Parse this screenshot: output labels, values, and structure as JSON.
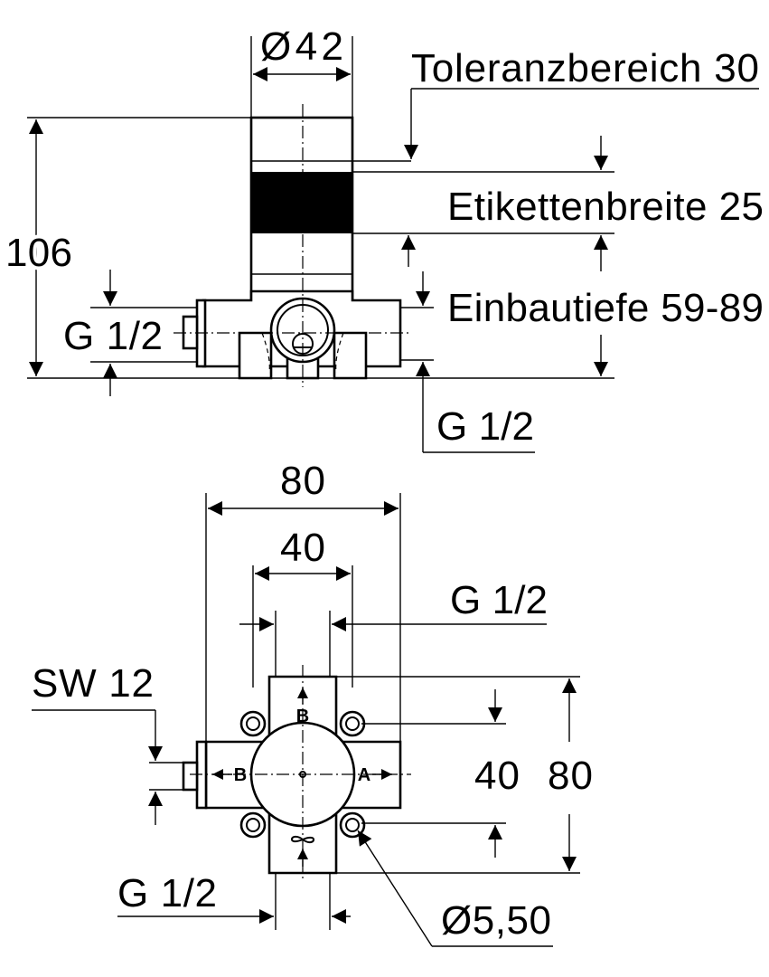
{
  "top_view": {
    "diameter_label": "Ø42",
    "height_label": "106",
    "tolerance_label": "Toleranzbereich 30",
    "label_width_label": "Etikettenbreite 25",
    "install_depth_label": "Einbautiefe 59-89",
    "left_thread_label": "G 1/2",
    "bottom_thread_label": "G 1/2"
  },
  "bottom_view": {
    "width_label": "80",
    "inner_width_label": "40",
    "top_thread_label": "G 1/2",
    "wrench_label": "SW 12",
    "inner_height_label": "40",
    "height_label": "80",
    "bottom_thread_label": "G 1/2",
    "hole_label": "Ø5,50",
    "port_labels": [
      "B",
      "B",
      "A"
    ]
  }
}
